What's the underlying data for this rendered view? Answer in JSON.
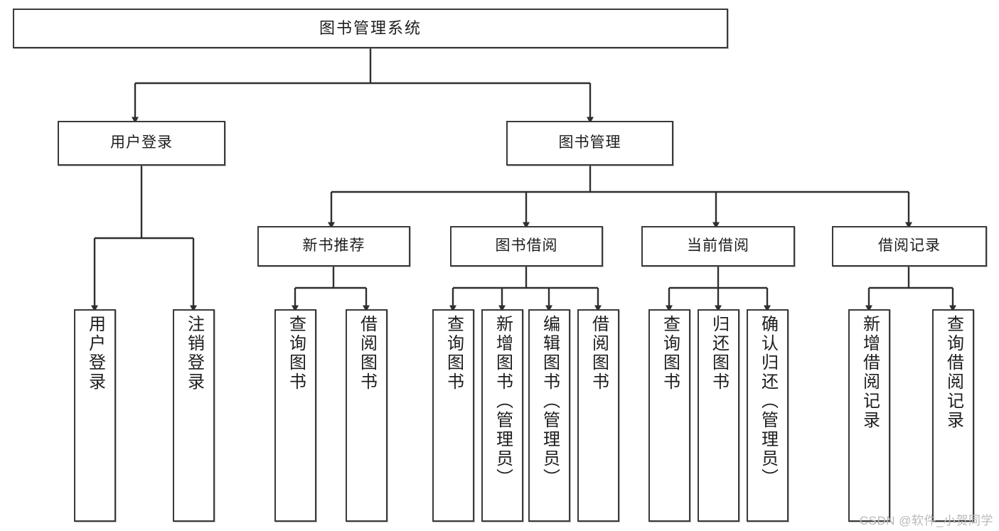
{
  "diagram": {
    "type": "tree-hierarchy-chart",
    "title": "图书管理系统",
    "watermark": "CSDN @软件_小贺同学",
    "colors": {
      "box_border": "#3a3a3a",
      "box_fill": "#ffffff",
      "connector": "#2f2f2f",
      "text": "#1d1d1d",
      "watermark": "#b9b9b9"
    },
    "levels": {
      "root": {
        "label": "图书管理系统"
      },
      "level2": [
        {
          "label": "用户登录"
        },
        {
          "label": "图书管理"
        }
      ],
      "level3": [
        {
          "label": "新书推荐"
        },
        {
          "label": "图书借阅"
        },
        {
          "label": "当前借阅"
        },
        {
          "label": "借阅记录"
        }
      ],
      "leaves": {
        "user_login": [
          {
            "label": "用户登录"
          },
          {
            "label": "注销登录"
          }
        ],
        "new_book_recommend": [
          {
            "label": "查询图书"
          },
          {
            "label": "借阅图书"
          }
        ],
        "book_borrow": [
          {
            "label": "查询图书"
          },
          {
            "label": "新增图书（管理员）"
          },
          {
            "label": "编辑图书（管理员）"
          },
          {
            "label": "借阅图书"
          }
        ],
        "current_borrow": [
          {
            "label": "查询图书"
          },
          {
            "label": "归还图书"
          },
          {
            "label": "确认归还（管理员）"
          }
        ],
        "borrow_record": [
          {
            "label": "新增借阅记录"
          },
          {
            "label": "查询借阅记录"
          }
        ]
      }
    }
  }
}
